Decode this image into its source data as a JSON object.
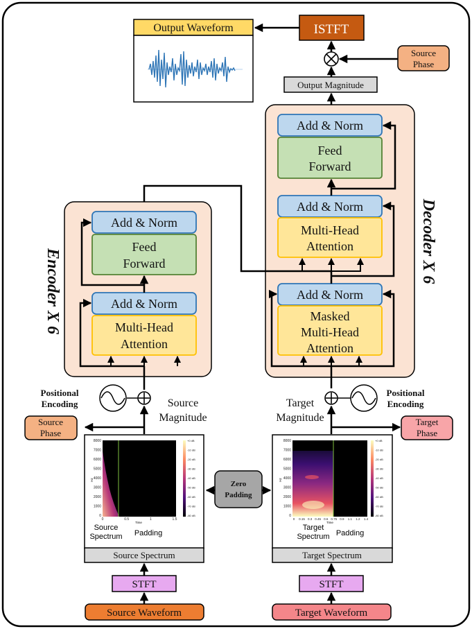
{
  "output_waveform": "Output Waveform",
  "istft": "ISTFT",
  "source_phase_top": [
    "Source",
    "Phase"
  ],
  "output_magnitude": "Output Magnitude",
  "encoder": {
    "title": "Encoder X 6",
    "add_norm_top": "Add & Norm",
    "feed_forward": [
      "Feed",
      "Forward"
    ],
    "add_norm_bottom": "Add & Norm",
    "attention": [
      "Multi-Head",
      "Attention"
    ]
  },
  "decoder": {
    "title": "Decoder X 6",
    "add_norm_1": "Add & Norm",
    "feed_forward": [
      "Feed",
      "Forward"
    ],
    "add_norm_2": "Add & Norm",
    "cross_attention": [
      "Multi-Head",
      "Attention"
    ],
    "add_norm_3": "Add & Norm",
    "masked_attention": [
      "Masked",
      "Multi-Head",
      "Attention"
    ]
  },
  "positional_encoding_left": [
    "Positional",
    "Encoding"
  ],
  "positional_encoding_right": [
    "Positional",
    "Encoding"
  ],
  "source_magnitude": [
    "Source",
    "Magnitude"
  ],
  "target_magnitude": [
    "Target",
    "Magnitude"
  ],
  "source_phase_left": [
    "Source",
    "Phase"
  ],
  "target_phase_right": [
    "Target",
    "Phase"
  ],
  "zero_padding": [
    "Zero",
    "Padding"
  ],
  "source_plot": {
    "y_ticks": [
      "8000",
      "7000",
      "6000",
      "5000",
      "4000",
      "3000",
      "2000",
      "1000",
      "0"
    ],
    "x_ticks": [
      "0",
      "0.5",
      "1",
      "1.5"
    ],
    "x_label": "Time",
    "y_label": "Hz",
    "cbar_ticks": [
      "+0 dB",
      "-10 dB",
      "-20 dB",
      "-30 dB",
      "-40 dB",
      "-50 dB",
      "-60 dB",
      "-70 dB",
      "-80 dB"
    ],
    "caption_left": [
      "Source",
      "Spectrum"
    ],
    "caption_right": "Padding"
  },
  "target_plot": {
    "y_ticks": [
      "8000",
      "7000",
      "6000",
      "5000",
      "4000",
      "3000",
      "2000",
      "1000",
      "0"
    ],
    "x_ticks": [
      "0",
      "0.15",
      "0.3",
      "0.45",
      "0.6",
      "0.75",
      "0.9",
      "1.1",
      "1.2",
      "1.4"
    ],
    "x_label": "Time",
    "y_label": "Hz",
    "cbar_ticks": [
      "+0 dB",
      "-10 dB",
      "-20 dB",
      "-30 dB",
      "-40 dB",
      "-50 dB",
      "-60 dB",
      "-70 dB",
      "-80 dB"
    ],
    "caption_left": [
      "Target",
      "Spectrum"
    ],
    "caption_right": "Padding"
  },
  "source_spectrum": "Source Spectrum",
  "target_spectrum": "Target Spectrum",
  "stft_left": "STFT",
  "stft_right": "STFT",
  "source_waveform": "Source Waveform",
  "target_waveform": "Target Waveform",
  "colors": {
    "encoder_bg": "#fbe3d3",
    "add_norm": "#bdd7ee",
    "attention": "#ffe699",
    "feed_forward": "#c5e0b4",
    "source_waveform": "#ed7d31",
    "target_waveform": "#f4868a",
    "istft": "#c55a11",
    "output_waveform": "#ffd966",
    "stft": "#e7a9f0",
    "gray": "#d9d9d9"
  }
}
